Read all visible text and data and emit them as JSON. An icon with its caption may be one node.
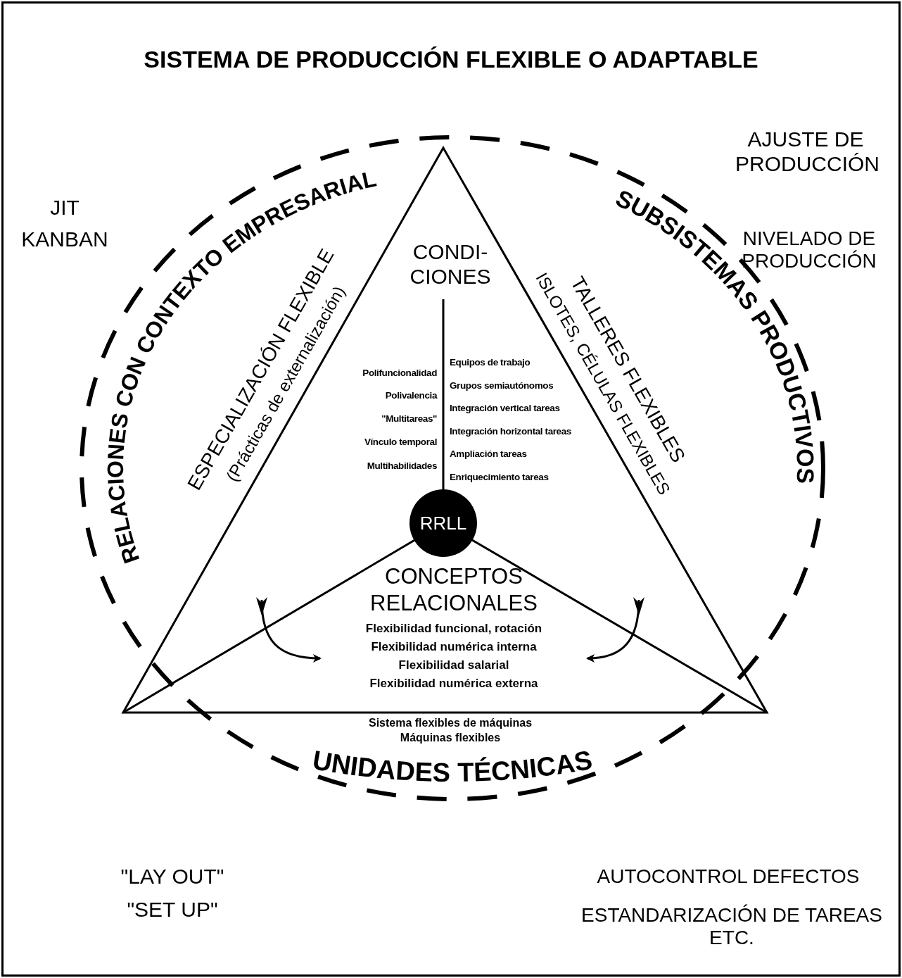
{
  "diagram": {
    "title": "SISTEMA DE PRODUCCIÓN FLEXIBLE O ADAPTABLE",
    "nodes": [
      {
        "text": [
          "RRLL"
        ]
      },
      {
        "text": [
          "CONCEPTOS RELACIONALES",
          "Flexibilidad funcional, rotación",
          "Flexibilidad numérica interna",
          "Flexibilidad salarial",
          "Flexibilidad numérica externa"
        ]
      }
    ],
    "edges": [
      {
        "from": null,
        "to": 1,
        "arrow": "to"
      },
      {
        "from": null,
        "to": 1,
        "arrow": "to"
      }
    ],
    "labels": [
      "JIT",
      "KANBAN",
      "AJUSTE DE PRODUCCIÓN",
      "NIVELADO DE PRODUCCIÓN",
      "RELACIONES CON CONTEXTO EMPRESARIAL",
      "ESPECIALIZACIÓN FLEXIBLE",
      "(Prácticas de externalización)",
      "CONDI- CIONES",
      "TALLERES FLEXIBLES",
      "ISLOTES, CÉLULAS FLEXIBLES",
      "SUBSISTEMAS PRODUCTIVOS",
      "Polifuncionalidad",
      "Polivalencia",
      "\"Multitareas\"",
      "Vínculo temporal",
      "Multihabilidades",
      "Equipos de trabajo",
      "Grupos semiautónomos",
      "Integración vertical tareas",
      "Integración horizontal tareas",
      "Ampliación tareas",
      "Enriquecimiento tareas",
      "Sistema flexibles de máquinas",
      "Máquinas flexibles",
      "UNIDADES TÉCNICAS",
      "\"LAY OUT\"",
      "\"SET UP\"",
      "AUTOCONTROL DEFECTOS",
      "ESTANDARIZACIÓN DE TAREAS ETC."
    ]
  }
}
